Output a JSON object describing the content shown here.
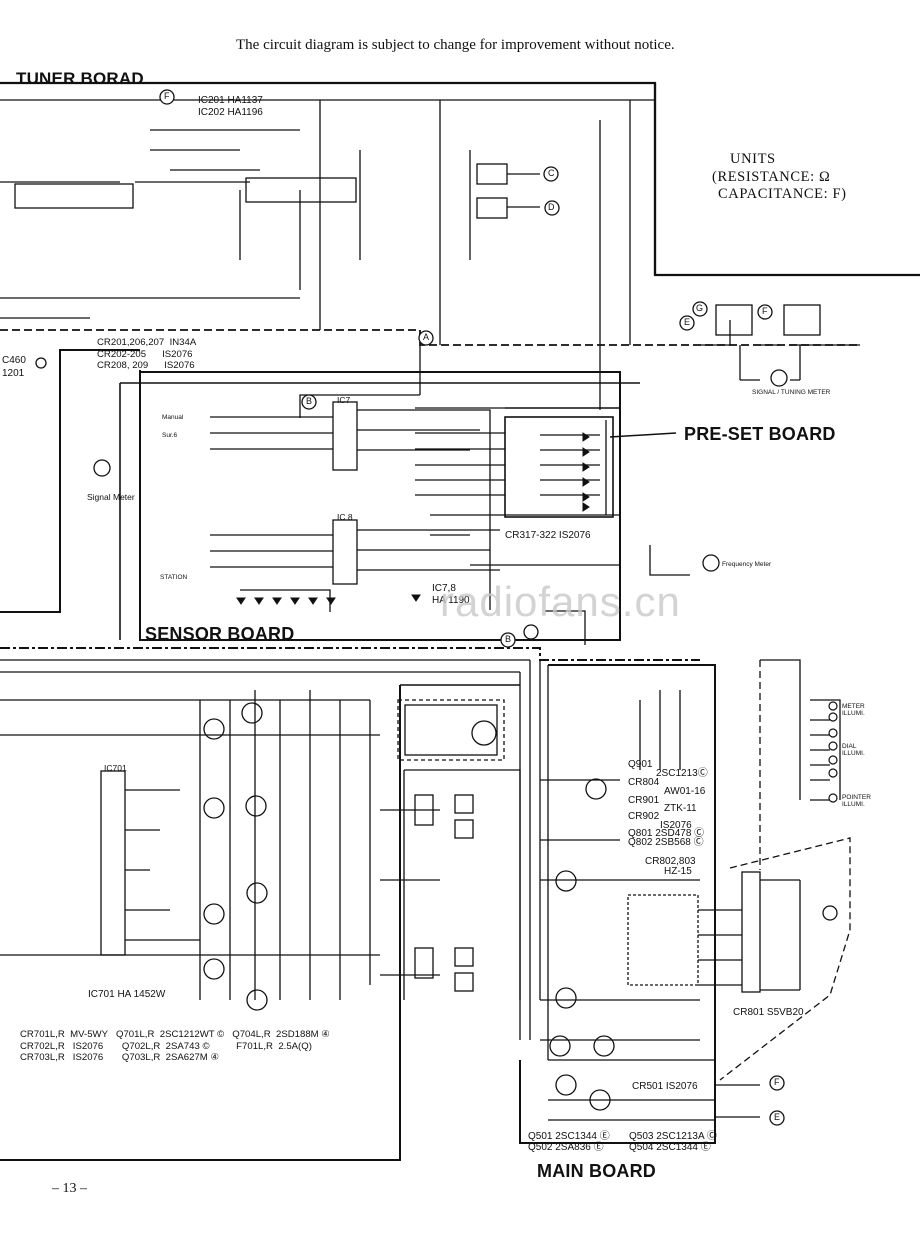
{
  "notice": "The circuit diagram is subject to change for improvement without notice.",
  "boards": {
    "tuner": "TUNER BORAD",
    "preset": "PRE-SET BOARD",
    "sensor": "SENSOR BOARD",
    "main": "MAIN BOARD"
  },
  "units": {
    "title": "UNITS",
    "resistance": "RESISTANCE: Ω",
    "capacitance": "CAPACITANCE: F"
  },
  "ic_tuner": {
    "ic201": "IC201  HA1137",
    "ic202": "IC202  HA1196"
  },
  "tuner_diodes": [
    {
      "ref": "CR201,206,207",
      "part": "IN34A"
    },
    {
      "ref": "CR202-205",
      "part": "IS2076"
    },
    {
      "ref": "CR208, 209",
      "part": "IS2076"
    }
  ],
  "left_labels": {
    "c460": "C460",
    "r1201": "1201",
    "signal_meter": "Signal Meter"
  },
  "meters": {
    "signal_tuning": "SIGNAL / TUNING METER",
    "frequency": "Frequency Meter"
  },
  "ic_sensor": {
    "ic7_label": "IC7",
    "ic8_label": "IC 8",
    "ic78": "IC7,8",
    "ic78_part": "HA 1190",
    "cr317": "CR317-322   IS2076",
    "station": "STATION",
    "manual": "Manual",
    "sur6": "Sur.6"
  },
  "ic_main": {
    "ic701_label": "IC701",
    "ic701": "IC701  HA 1452W"
  },
  "parts_left": [
    [
      "CR701L,R",
      "MV-5WY",
      "Q701L,R",
      "2SC1212WT ©",
      "Q704L,R",
      "2SD188M ④"
    ],
    [
      "CR702L,R",
      "IS2076",
      "Q702L,R",
      "2SA743 ©",
      "F701L,R",
      "2.5A(Q)"
    ],
    [
      "CR703L,R",
      "IS2076",
      "Q703L,R",
      "2SA627M ④",
      "",
      ""
    ]
  ],
  "parts_main": {
    "q901": "Q901",
    "q901_part": "2SC1213Ⓒ",
    "cr804": "CR804",
    "cr804_part": "AW01-16",
    "cr901": "CR901",
    "cr901_part": "ZTK-11",
    "cr902": "CR902",
    "cr902_part": "IS2076",
    "q801": "Q801  2SD478 Ⓒ",
    "q802": "Q802  2SB568 Ⓒ",
    "cr802": "CR802,803",
    "cr802_part": "HZ-15",
    "cr801": "CR801   S5VB20",
    "cr501": "CR501   IS2076",
    "q501": "Q501   2SC1344 Ⓔ",
    "q502": "Q502   2SA836 Ⓔ",
    "q503": "Q503   2SC1213A Ⓒ",
    "q504": "Q504   2SC1344 Ⓔ"
  },
  "lamps": {
    "meter": "METER ILLUMI.",
    "dial": "DIAL ILLUMI.",
    "pointer": "POINTER ILLUMI."
  },
  "nodes": [
    "F",
    "C",
    "D",
    "G",
    "E",
    "B",
    "A"
  ],
  "watermark": "radiofans.cn",
  "page_number": "– 13 –"
}
